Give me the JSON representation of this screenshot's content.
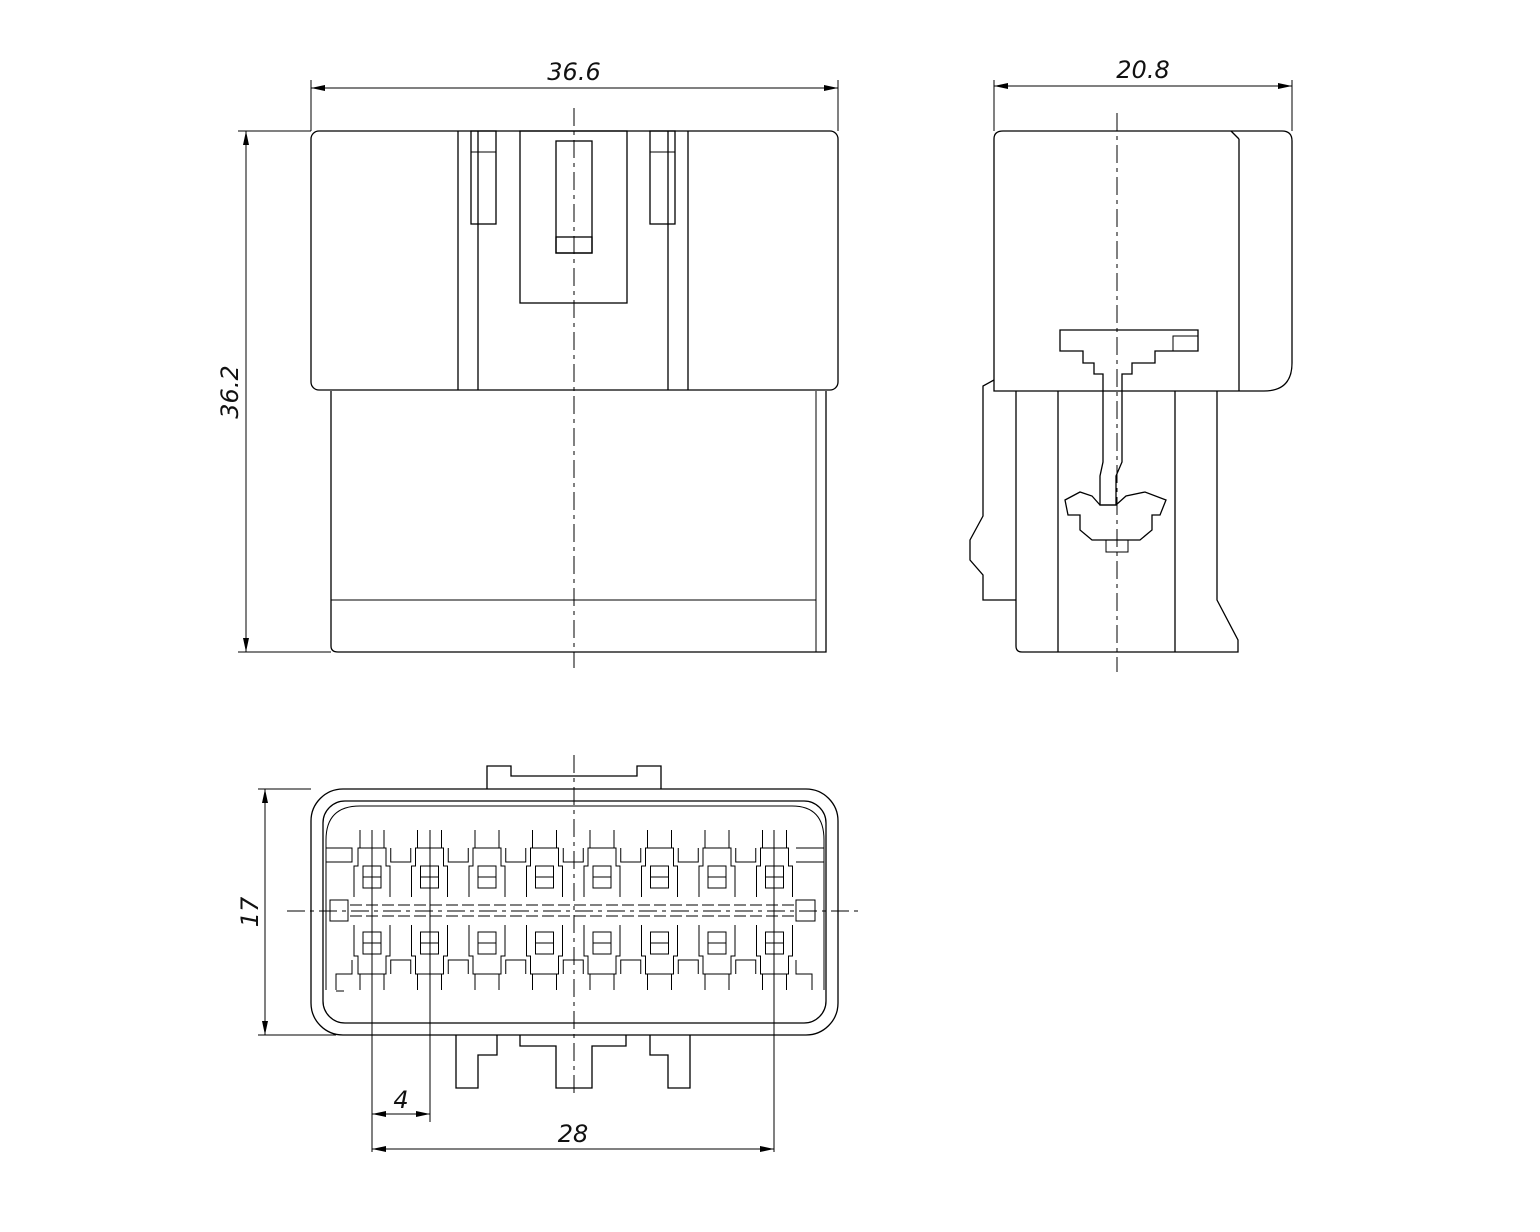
{
  "dimensions": {
    "front_width": "36.6",
    "front_height": "36.2",
    "side_width": "20.8",
    "face_height": "17",
    "pin_pitch": "4",
    "pin_span": "28"
  },
  "colors": {
    "line": "#000000",
    "background": "#ffffff"
  }
}
